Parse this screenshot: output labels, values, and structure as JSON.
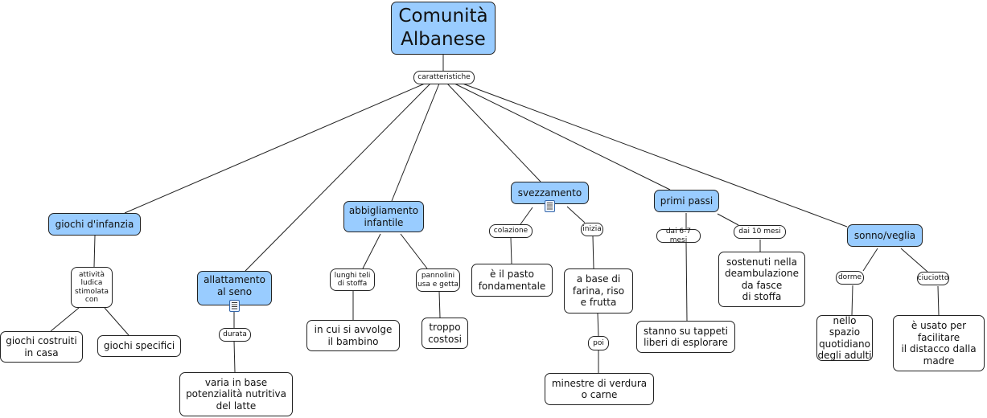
{
  "title": "Comunità\nAlbanese",
  "colors": {
    "main_concept": "#99ccff",
    "concept": "#ffffff",
    "line": "#222222"
  },
  "root_link": "caratteristiche",
  "concepts": {
    "giochi": "giochi d'infanzia",
    "giochi_link": "attività\nludica\nstimolata\ncon",
    "giochi_costruiti": "giochi costruiti\nin casa",
    "giochi_specifici": "giochi specifici",
    "allattamento": "allattamento\nal seno",
    "durata": "durata",
    "varia": "varia in base\npotenzialità nutritiva\ndel latte",
    "abbigliamento": "abbigliamento\ninfantile",
    "lunghi_teli": "lunghi teli\ndi stoffa",
    "pannolini": "pannolini\nusa e getta",
    "avvolge": "in cui si avvolge\nil bambino",
    "costosi": "troppo\ncostosi",
    "svezzamento": "svezzamento",
    "colazione": "colazione",
    "inizia": "inizia",
    "pasto": "è il pasto\nfondamentale",
    "base": "a base di\nfarina, riso\ne frutta",
    "poi": "poi",
    "minestre": "minestre di verdura\no carne",
    "primi_passi": "primi passi",
    "dai_6_7": "dai 6-7 mesi",
    "dai_10": "dai 10 mesi",
    "sostenuti": "sostenuti nella\ndeambulazione\nda fasce\ndi stoffa",
    "tappeti": "stanno su tappeti\nliberi di esplorare",
    "sonno": "sonno/veglia",
    "dorme": "dorme",
    "ciuciotto": "ciuciotto",
    "spazio": "nello spazio\nquotidiano\ndegli adulti",
    "usato": "è usato per\nfacilitare\nil distacco dalla\nmadre"
  },
  "icons": {
    "attachment": "document-icon"
  }
}
